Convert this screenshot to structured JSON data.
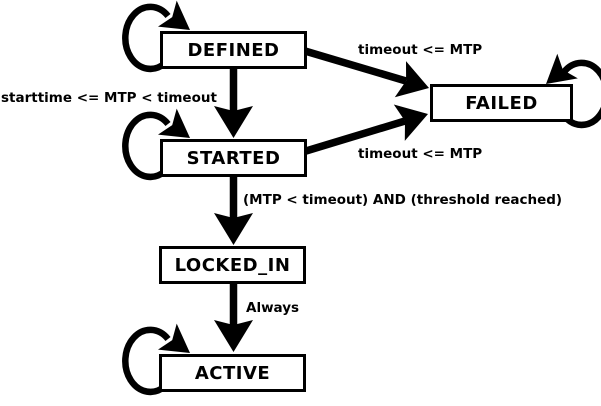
{
  "diagram": {
    "type": "state-machine",
    "colors": {
      "background": "#ffffff",
      "line": "#000000",
      "state_fill": "#ffffff",
      "text": "#000000"
    },
    "states": [
      {
        "id": "defined",
        "label": "DEFINED"
      },
      {
        "id": "started",
        "label": "STARTED"
      },
      {
        "id": "failed",
        "label": "FAILED"
      },
      {
        "id": "locked_in",
        "label": "LOCKED_IN"
      },
      {
        "id": "active",
        "label": "ACTIVE"
      }
    ],
    "transitions": [
      {
        "from": "DEFINED",
        "to": "STARTED",
        "label": "starttime <= MTP < timeout"
      },
      {
        "from": "DEFINED",
        "to": "FAILED",
        "label": "timeout <= MTP"
      },
      {
        "from": "STARTED",
        "to": "FAILED",
        "label": "timeout <= MTP"
      },
      {
        "from": "STARTED",
        "to": "LOCKED_IN",
        "label": "(MTP < timeout) AND (threshold reached)"
      },
      {
        "from": "LOCKED_IN",
        "to": "ACTIVE",
        "label": "Always"
      },
      {
        "from": "DEFINED",
        "to": "DEFINED",
        "label": ""
      },
      {
        "from": "STARTED",
        "to": "STARTED",
        "label": ""
      },
      {
        "from": "FAILED",
        "to": "FAILED",
        "label": ""
      },
      {
        "from": "ACTIVE",
        "to": "ACTIVE",
        "label": ""
      }
    ]
  }
}
